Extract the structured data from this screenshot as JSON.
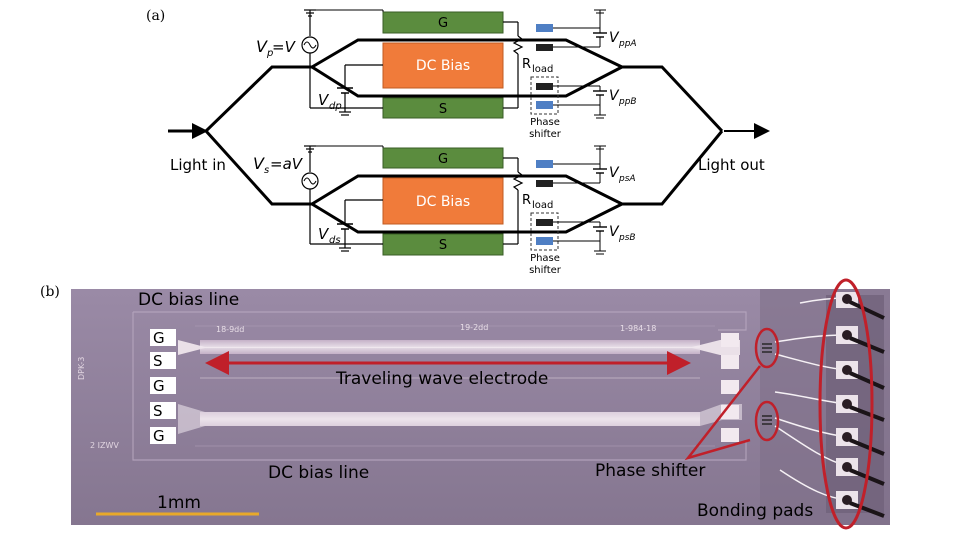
{
  "panel_a": {
    "label": "(a)",
    "light_in": "Light in",
    "light_out": "Light out",
    "top_mzm": {
      "g_label": "G",
      "s_label": "S",
      "dc_bias_label": "DC Bias",
      "source_v": "V",
      "source_v_sub": "p",
      "source_rhs": " =V",
      "bias_v": "V",
      "bias_v_sub": "dp",
      "rload_main": "R",
      "rload_sub": "load",
      "phase_shifter_line1": "Phase",
      "phase_shifter_line2": "shifter",
      "vpa_main": "V",
      "vpa_sub": "ppA",
      "vpb_main": "V",
      "vpb_sub": "ppB"
    },
    "bottom_mzm": {
      "g_label": "G",
      "s_label": "S",
      "dc_bias_label": "DC Bias",
      "source_v": "V",
      "source_v_sub": "s",
      "source_rhs": "=aV",
      "bias_v": "V",
      "bias_v_sub": "ds",
      "rload_main": "R",
      "rload_sub": "load",
      "phase_shifter_line1": "Phase",
      "phase_shifter_line2": "shifter",
      "vpa_main": "V",
      "vpa_sub": "psA",
      "vpb_main": "V",
      "vpb_sub": "psB"
    }
  },
  "panel_b": {
    "label": "(b)",
    "dc_bias_line_top": "DC bias line",
    "dc_bias_line_bottom": "DC bias line",
    "electrode_pads": [
      "G",
      "S",
      "G",
      "S",
      "G"
    ],
    "traveling_wave_label": "Traveling wave electrode",
    "phase_shifter_label": "Phase shifter",
    "bonding_pads_label": "Bonding pads",
    "scale_label": "1mm",
    "chip_text_1": "DPK-3",
    "chip_text_2": "2 IZWV",
    "chip_text_3": "18-9dd",
    "chip_text_4": "19-2dd",
    "chip_text_5": "1-984-18"
  },
  "colors": {
    "ground_green": "#5b8c3e",
    "dc_bias_orange": "#f07b3a",
    "phase_blue": "#4f7fc4",
    "phase_black": "#222222",
    "annotation_red": "#c0202a",
    "scale_bar": "#e8a92a",
    "chip_bg": "#8b7d96"
  }
}
